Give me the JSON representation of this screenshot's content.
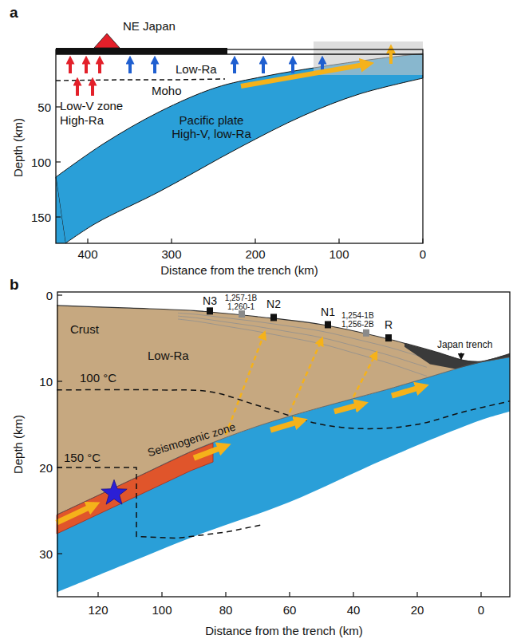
{
  "diagram": {
    "labels": [
      "a",
      "NE Japan",
      "Low-Ra",
      "Moho",
      "Low-V zone",
      "High-Ra",
      "Pacific plate",
      "High-V, low-Ra",
      "Depth (km)",
      "50",
      "100",
      "150",
      "400",
      "300",
      "200",
      "100",
      "0",
      "Distance from the trench (km)",
      "b",
      "0",
      "10",
      "20",
      "30",
      "Depth (km)",
      "N3",
      "1,257-1B",
      "1,260-1",
      "N2",
      "N1",
      "1,254-1B",
      "1,256-2B",
      "R",
      "Japan trench",
      "Crust",
      "Low-Ra",
      "100 °C",
      "150 °C",
      "Seismogenic zone",
      "120",
      "100",
      "80",
      "60",
      "40",
      "20",
      "0",
      "Distance from the trench (km)"
    ]
  }
}
